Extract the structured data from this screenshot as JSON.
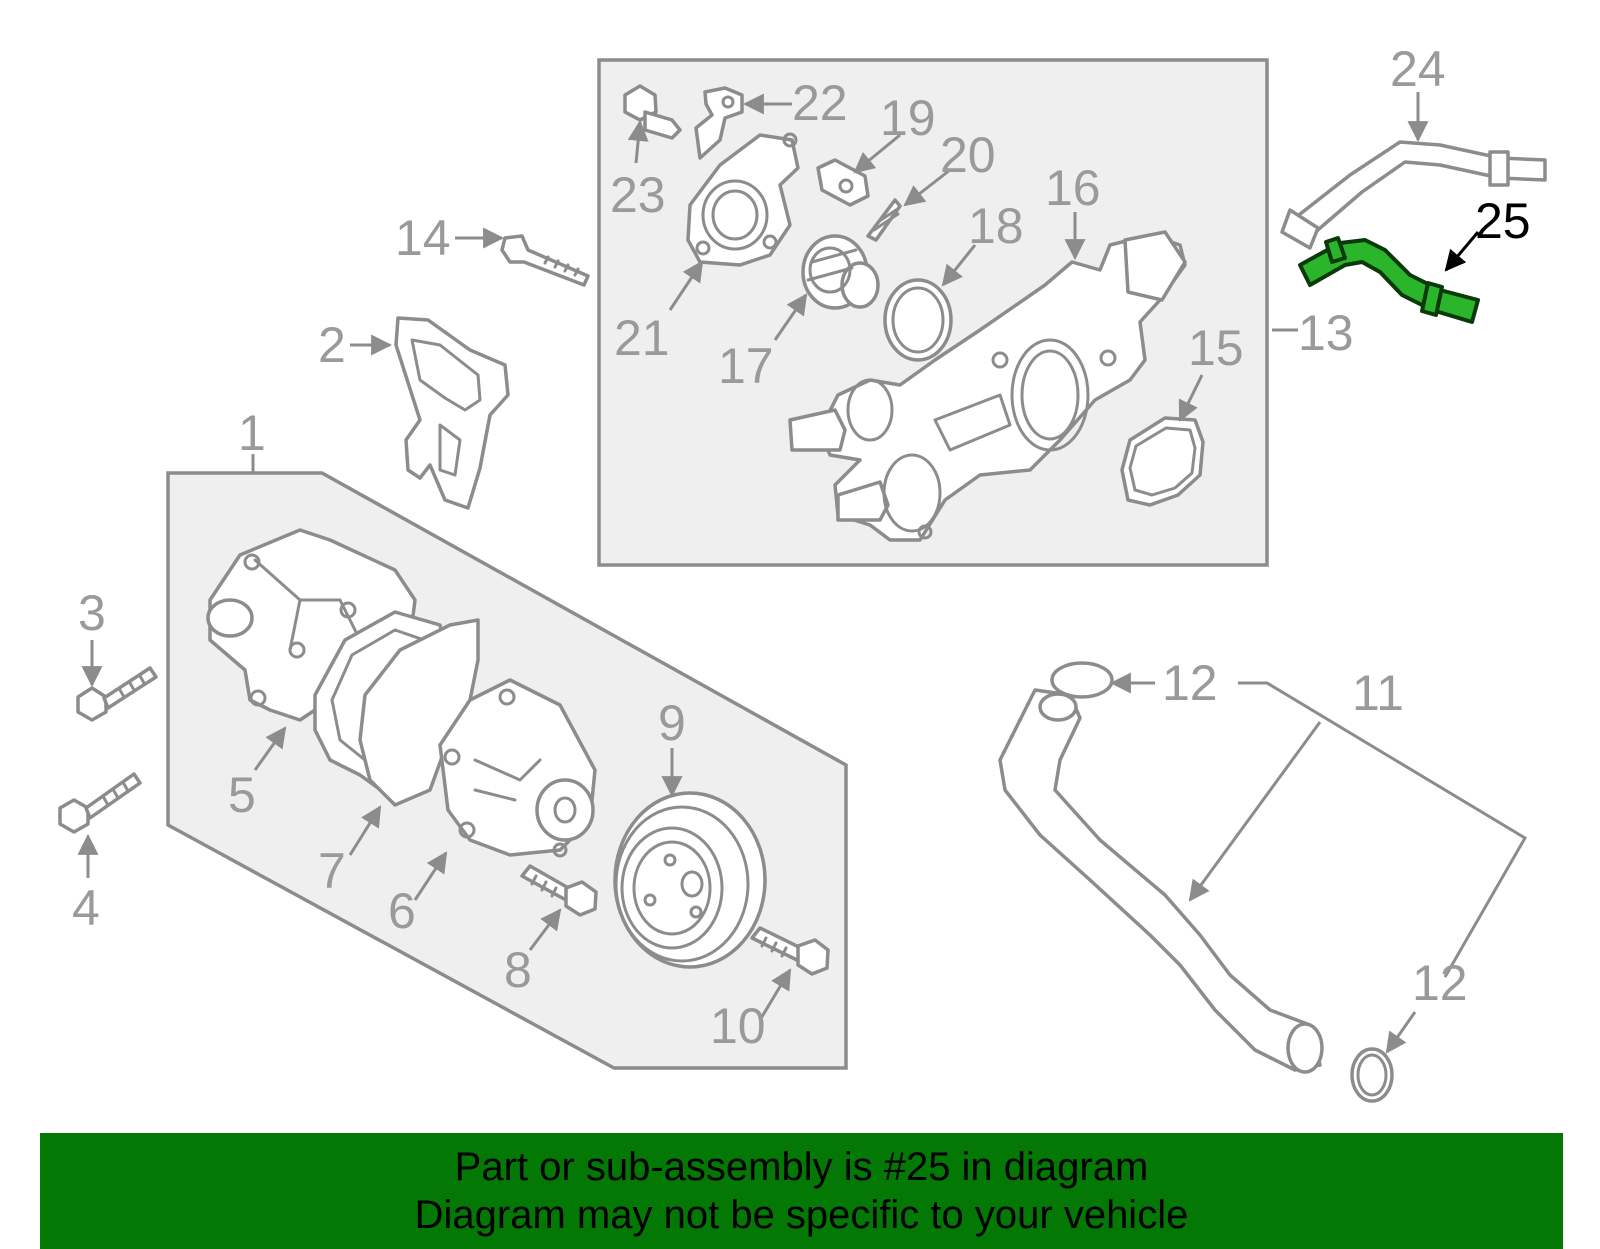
{
  "colors": {
    "banner_background": "#047804",
    "highlight_part": "#2bb52b",
    "line_gray": "#8c8c8c",
    "box_fill": "#efefef"
  },
  "callouts": {
    "n1": "1",
    "n2": "2",
    "n3": "3",
    "n4": "4",
    "n5": "5",
    "n6": "6",
    "n7": "7",
    "n8": "8",
    "n9": "9",
    "n10": "10",
    "n11": "11",
    "n12a": "12",
    "n12b": "12",
    "n13": "13",
    "n14": "14",
    "n15": "15",
    "n16": "16",
    "n17": "17",
    "n18": "18",
    "n19": "19",
    "n20": "20",
    "n21": "21",
    "n22": "22",
    "n23": "23",
    "n24": "24",
    "n25": "25"
  },
  "highlighted_callout": "25",
  "banner": {
    "line1": "Part or sub-assembly is #25 in diagram",
    "line2": "Diagram may not be specific to your vehicle"
  }
}
